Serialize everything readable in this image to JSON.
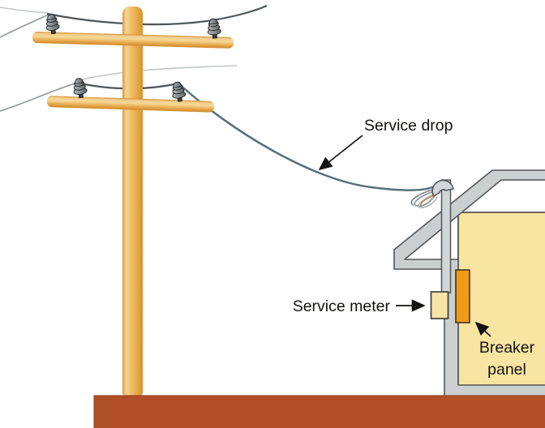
{
  "diagram": {
    "labels": {
      "service_drop": "Service drop",
      "service_meter": "Service meter",
      "breaker_panel_line1": "Breaker",
      "breaker_panel_line2": "panel"
    },
    "colors": {
      "pole-edge-dark": "#dc9a3c",
      "pole-highlight": "#f6d595",
      "pole-mid": "#f0bc66",
      "pole-shade": "#e2a344",
      "pole-edge-right": "#d5922f",
      "arm-top": "#cf8f33",
      "arm-highlight": "#f2cd8a",
      "arm-bright": "#f6d897",
      "arm-shade": "#e5a648",
      "arm-bottom": "#d08a2e",
      "wire-dark": "#4e565a",
      "wire-mid": "#9aa1a4",
      "wire-light": "#c2c6c8",
      "service-drop-wire": "#56707a",
      "drip-copper": "#c27a45",
      "roof-gray": "#cbcfd0",
      "roof-outline": "#53575a",
      "mast-gray": "#d3d6d7",
      "house-yellow": "#f9e5a2",
      "house-outline": "#46423a",
      "panel-orange": "#f09a18",
      "panel-outline": "#4a3313",
      "meter-yellow": "#f8e3a6",
      "meter-outline": "#3a362c",
      "ground-rust": "#b14f28",
      "ground-edge": "#8c3c1d",
      "insulator-light": "#b8bcbe",
      "insulator-mid": "#8f9497",
      "insulator-dark": "#5f6467",
      "label-text": "#151311"
    }
  }
}
